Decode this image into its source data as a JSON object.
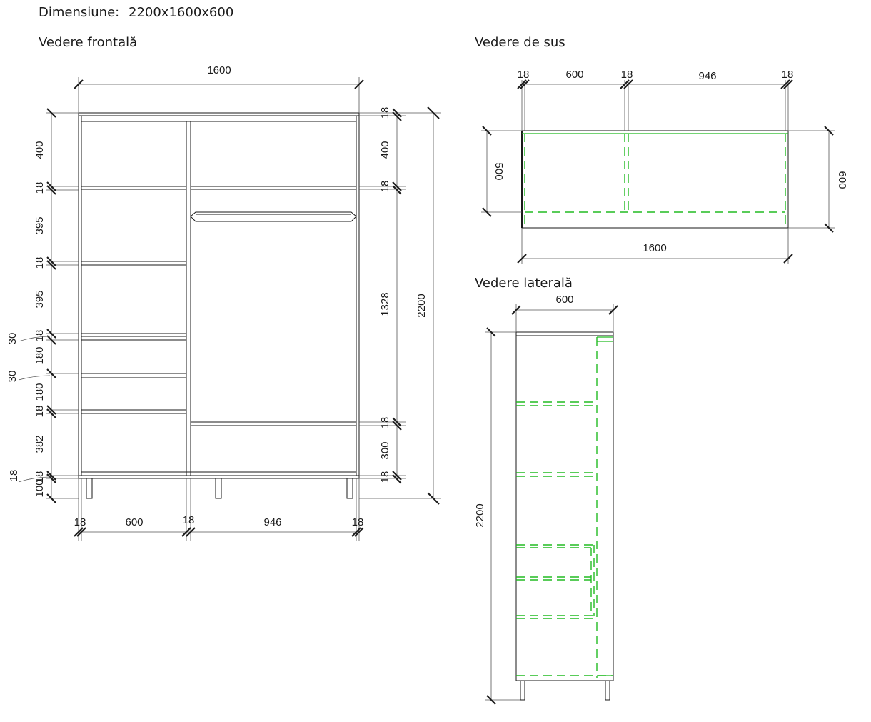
{
  "header": {
    "dim_label": "Dimensiune:",
    "dim_value": "2200x1600x600"
  },
  "views": {
    "front": "Vedere frontală",
    "top": "Vedere de sus",
    "side": "Vedere laterală"
  },
  "front_dims": {
    "width": "1600",
    "left": [
      "400",
      "18",
      "395",
      "18",
      "395",
      "18",
      "180",
      "180",
      "18",
      "382",
      "18",
      "100"
    ],
    "outer_left": [
      "30",
      "30",
      "18"
    ],
    "right": [
      "18",
      "400",
      "18",
      "1328",
      "18",
      "300",
      "18"
    ],
    "total_height": "2200",
    "bottom": [
      "18",
      "600",
      "18",
      "946",
      "18"
    ]
  },
  "top_dims": {
    "top": [
      "18",
      "600",
      "18",
      "946",
      "18"
    ],
    "left": "500",
    "right": "600",
    "bottom": "1600"
  },
  "side_dims": {
    "width": "600",
    "height": "2200"
  }
}
